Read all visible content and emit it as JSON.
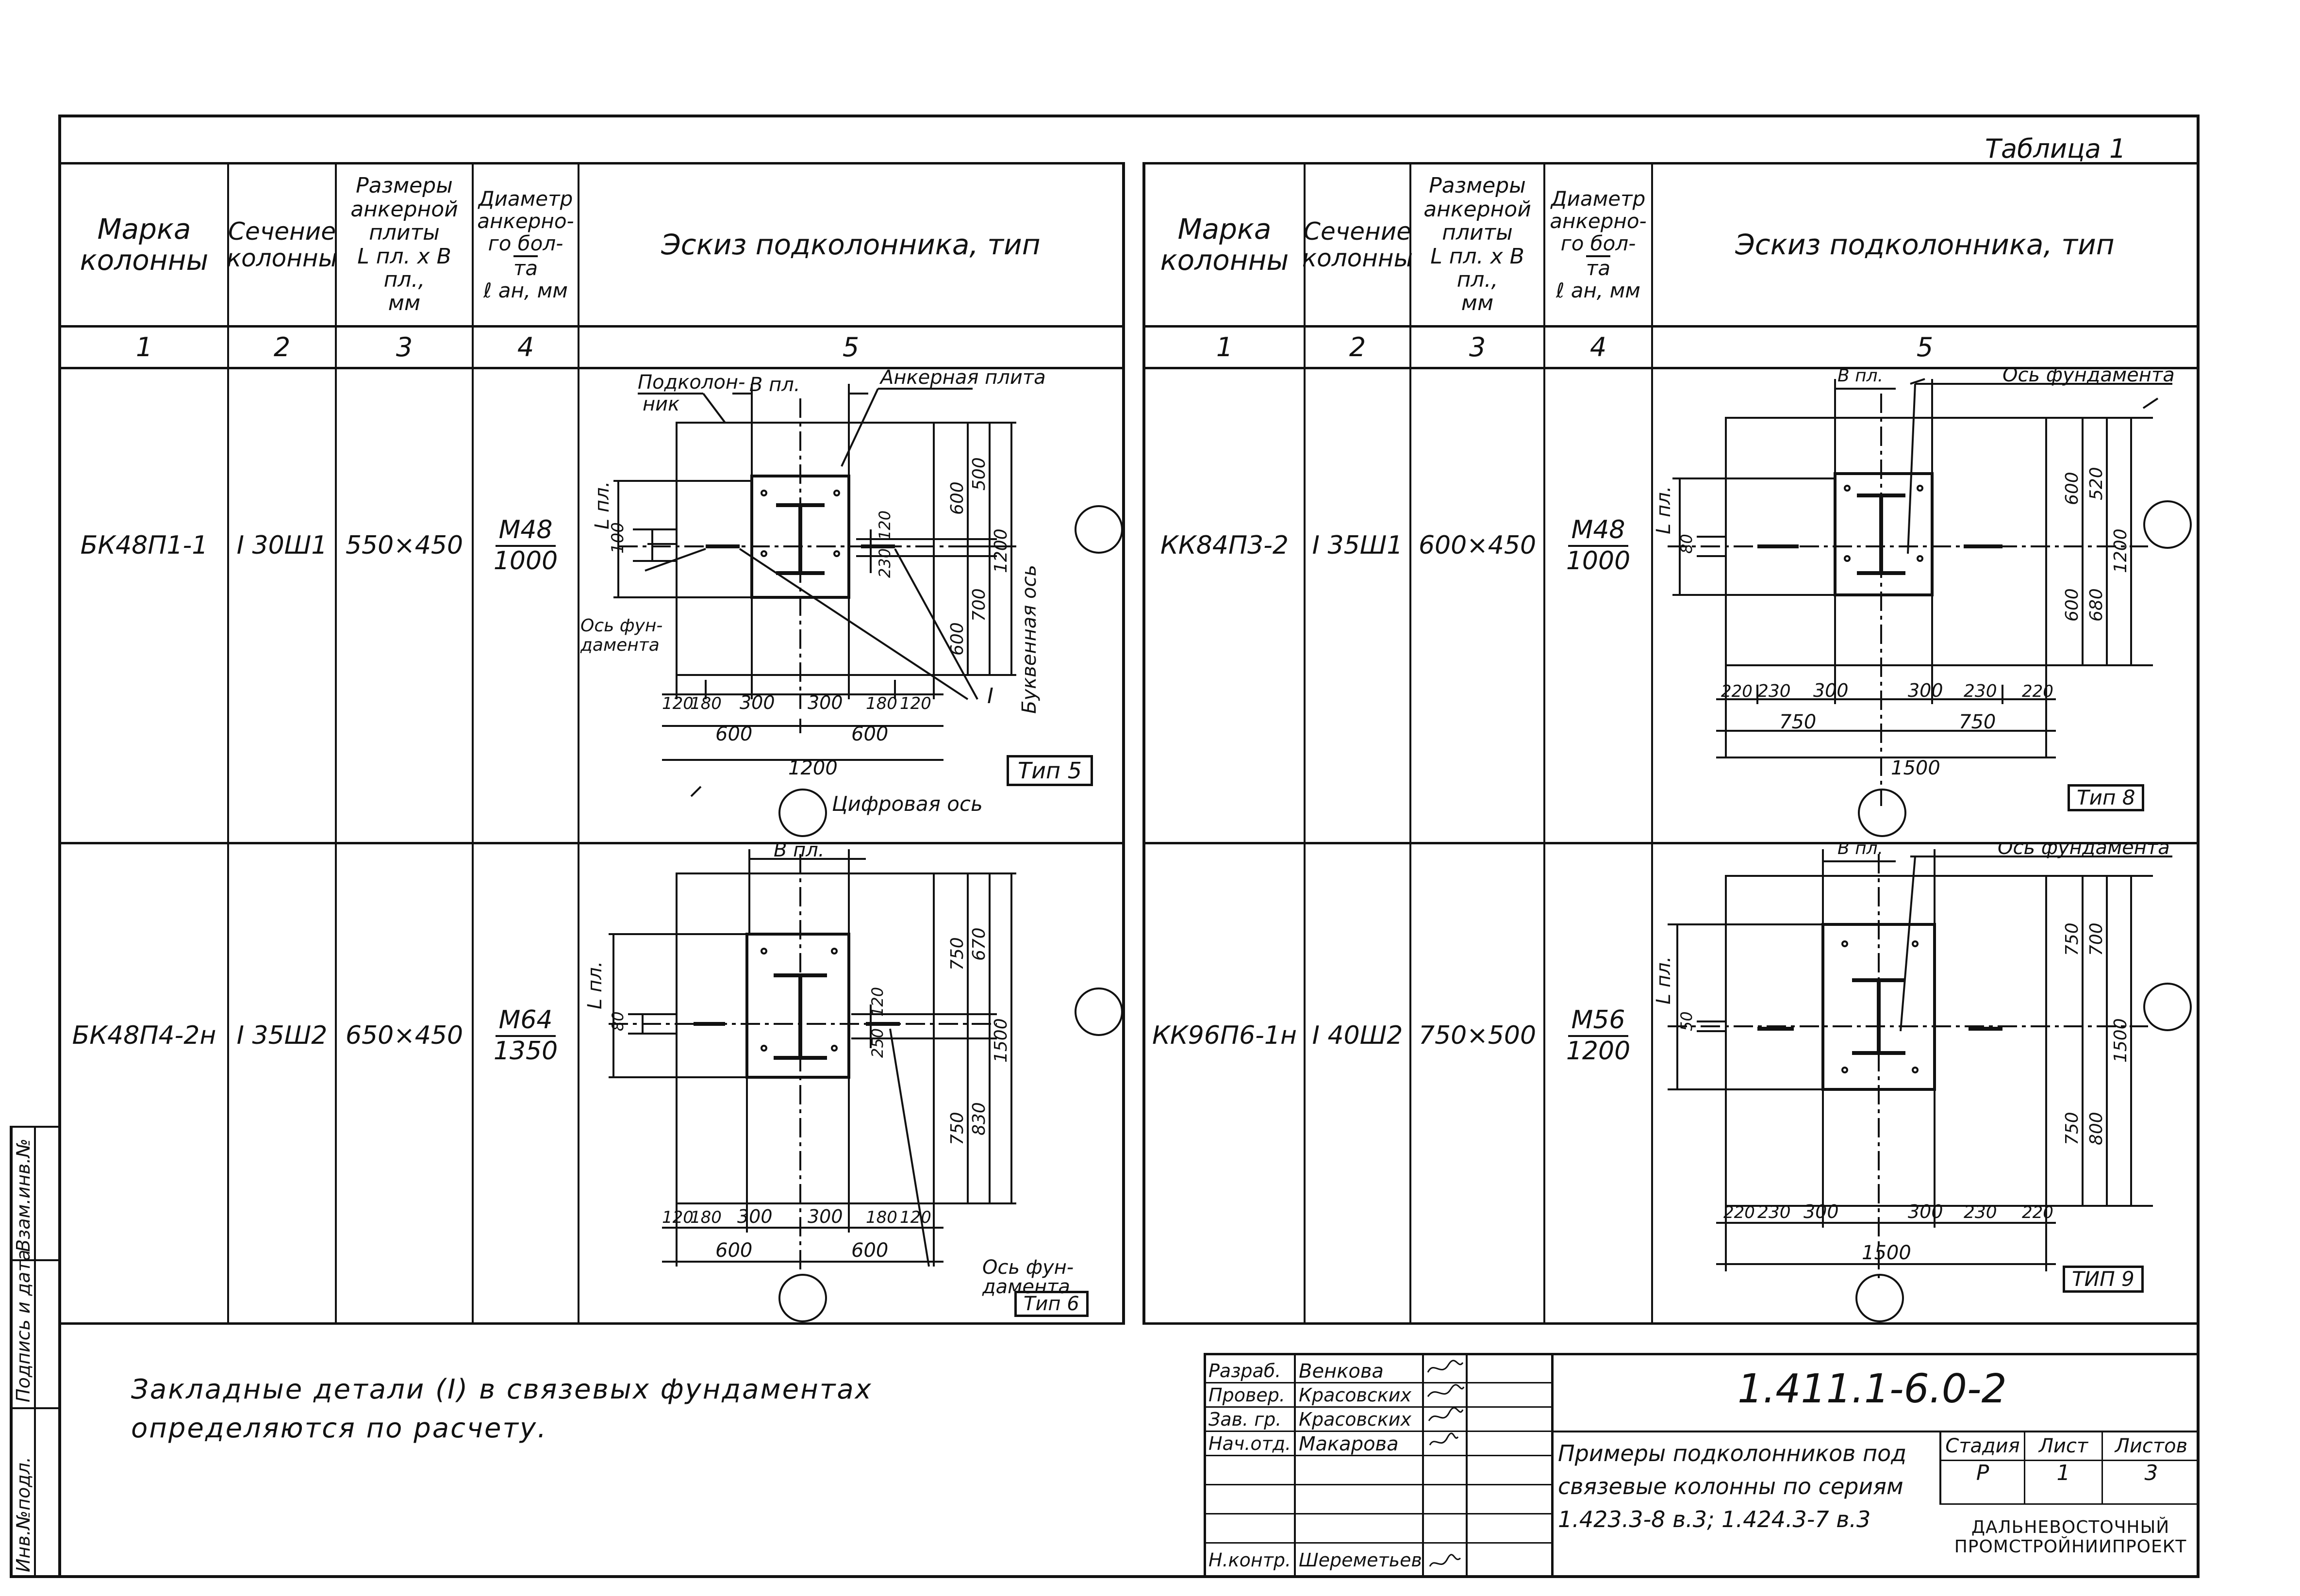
{
  "table_caption": "Таблица 1",
  "headers": {
    "col1": [
      "Марка",
      "колонны"
    ],
    "col2": [
      "Сечение",
      "колонны"
    ],
    "col3": [
      "Размеры",
      "анкерной",
      "плиты",
      "L пл. x B пл.,",
      "мм"
    ],
    "col4": [
      "Диаметр",
      "анкерно-",
      "го бол-",
      "та",
      "ℓ ан, мм"
    ],
    "col5": "Эскиз подколонника, тип"
  },
  "col_numbers": [
    "1",
    "2",
    "3",
    "4",
    "5"
  ],
  "rows": [
    {
      "mark": "БК48П1-1",
      "section": "I 30Ш1",
      "plate": "550×450",
      "bolt": "М48",
      "bolt_len": "1000",
      "type_label": "Тип 5",
      "sketch": {
        "b_label": "B пл.",
        "l_label": "L пл.",
        "top_left_label": [
          "Подколон-",
          "ник"
        ],
        "top_right_label": "Анкерная плита",
        "left_axis_label": [
          "Ось фун-",
          "дамента"
        ],
        "bottom_axis_label": "Цифровая ось",
        "right_axis_label": "Буквенная ось",
        "bottom_dims": [
          "120",
          "180",
          "300",
          "300",
          "180",
          "120"
        ],
        "mid_dims": [
          "600",
          "600"
        ],
        "total_dim": "1200",
        "right_dims_a": [
          "600",
          "600"
        ],
        "right_dims_b": [
          "500",
          "700"
        ],
        "right_total": "1200",
        "inner_dims": [
          "100",
          "120",
          "230"
        ],
        "marker": "I"
      }
    },
    {
      "mark": "БК48П4-2н",
      "section": "I 35Ш2",
      "plate": "650×450",
      "bolt": "М64",
      "bolt_len": "1350",
      "type_label": "Тип 6",
      "sketch": {
        "b_label": "B пл.",
        "l_label": "L пл.",
        "bottom_axis_label": [
          "Ось фун-",
          "дамента"
        ],
        "bottom_dims": [
          "120",
          "180",
          "300",
          "300",
          "180",
          "120"
        ],
        "mid_dims": [
          "600",
          "600"
        ],
        "right_dims_a": [
          "750",
          "750"
        ],
        "right_dims_b": [
          "670",
          "830"
        ],
        "right_total": "1500",
        "inner_dims": [
          "80",
          "120",
          "250"
        ]
      }
    },
    {
      "mark": "КК84П3-2",
      "section": "I 35Ш1",
      "plate": "600×450",
      "bolt": "М48",
      "bolt_len": "1000",
      "type_label": "Тип 8",
      "sketch": {
        "b_label": "B пл.",
        "l_label": "L пл.",
        "top_right_label": "Ось фундамента",
        "bottom_dims": [
          "220",
          "230",
          "300",
          "300",
          "230",
          "220"
        ],
        "mid_dims": [
          "750",
          "750"
        ],
        "total_dim": "1500",
        "right_dims_a": [
          "600",
          "600"
        ],
        "right_dims_b": [
          "520",
          "680"
        ],
        "right_total": "1200",
        "inner_dims": [
          "80"
        ]
      }
    },
    {
      "mark": "КК96П6-1н",
      "section": "I 40Ш2",
      "plate": "750×500",
      "bolt": "М56",
      "bolt_len": "1200",
      "type_label": "ТИП 9",
      "sketch": {
        "b_label": "B пл.",
        "l_label": "L пл.",
        "top_right_label": "Ось фундамента",
        "bottom_dims": [
          "220",
          "230",
          "300",
          "300",
          "230",
          "220"
        ],
        "total_dim": "1500",
        "right_dims_a": [
          "750",
          "750"
        ],
        "right_dims_b": [
          "700",
          "800"
        ],
        "right_total": "1500",
        "inner_dims": [
          "50"
        ]
      }
    }
  ],
  "note": [
    "Закладные детали (I) в связевых фундаментах",
    "определяются по расчету."
  ],
  "side_labels": [
    "Инв.№подл.",
    "Подпись и дата",
    "Взам.инв.№"
  ],
  "stamp": {
    "roles": [
      "Разраб.",
      "Провер.",
      "Зав. гр.",
      "Нач.отд.",
      "",
      "",
      "Н.контр."
    ],
    "names": [
      "Венкова",
      "Красовских",
      "Красовских",
      "Макарова",
      "",
      "",
      "Шереметьев"
    ],
    "doc_code": "1.411.1-6.0-2",
    "title": [
      "Примеры подколонников под",
      "связевые колонны по сериям",
      "1.423.3-8 в.3; 1.424.3-7 в.3"
    ],
    "stage_header": "Стадия",
    "sheet_header": "Лист",
    "sheets_header": "Листов",
    "stage": "Р",
    "sheet": "1",
    "sheets": "3",
    "org": [
      "ДАЛЬНЕВОСТОЧНЫЙ",
      "ПРОМСТРОЙНИИПРОЕКТ"
    ]
  }
}
